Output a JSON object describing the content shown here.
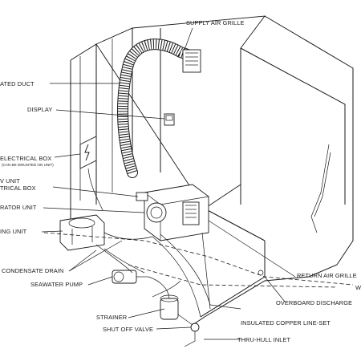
{
  "labels": {
    "supply_air_grille": "SUPPLY AIR GRILLE",
    "insulated_duct": "ATED DUCT",
    "display": "DISPLAY",
    "electrical_box": "ELECTRICAL BOX",
    "electrical_box_note": "(CAN BE MOUNTED ON UNIT)",
    "unit_electrical_box_1": "V UNIT",
    "unit_electrical_box_2": "TRICAL BOX",
    "evaporator_unit": "RATOR UNIT",
    "condensing_unit": "ING UNIT",
    "condensate_drain": "CONDENSATE DRAIN",
    "seawater_pump": "SEAWATER PUMP",
    "return_air_grille": "RETURN AIR GRILLE",
    "waterline": "W",
    "overboard_discharge": "OVERBOARD DISCHARGE",
    "strainer": "STRAINER",
    "shut_off_valve": "SHUT OFF VALVE",
    "insulated_copper_line_set": "INSULATED COPPER LINE-SET",
    "thru_hull_inlet": "THRU-HULL INLET"
  },
  "icons": {
    "display": "display-panel-icon",
    "electrical_box": "lightning-bolt-icon"
  }
}
